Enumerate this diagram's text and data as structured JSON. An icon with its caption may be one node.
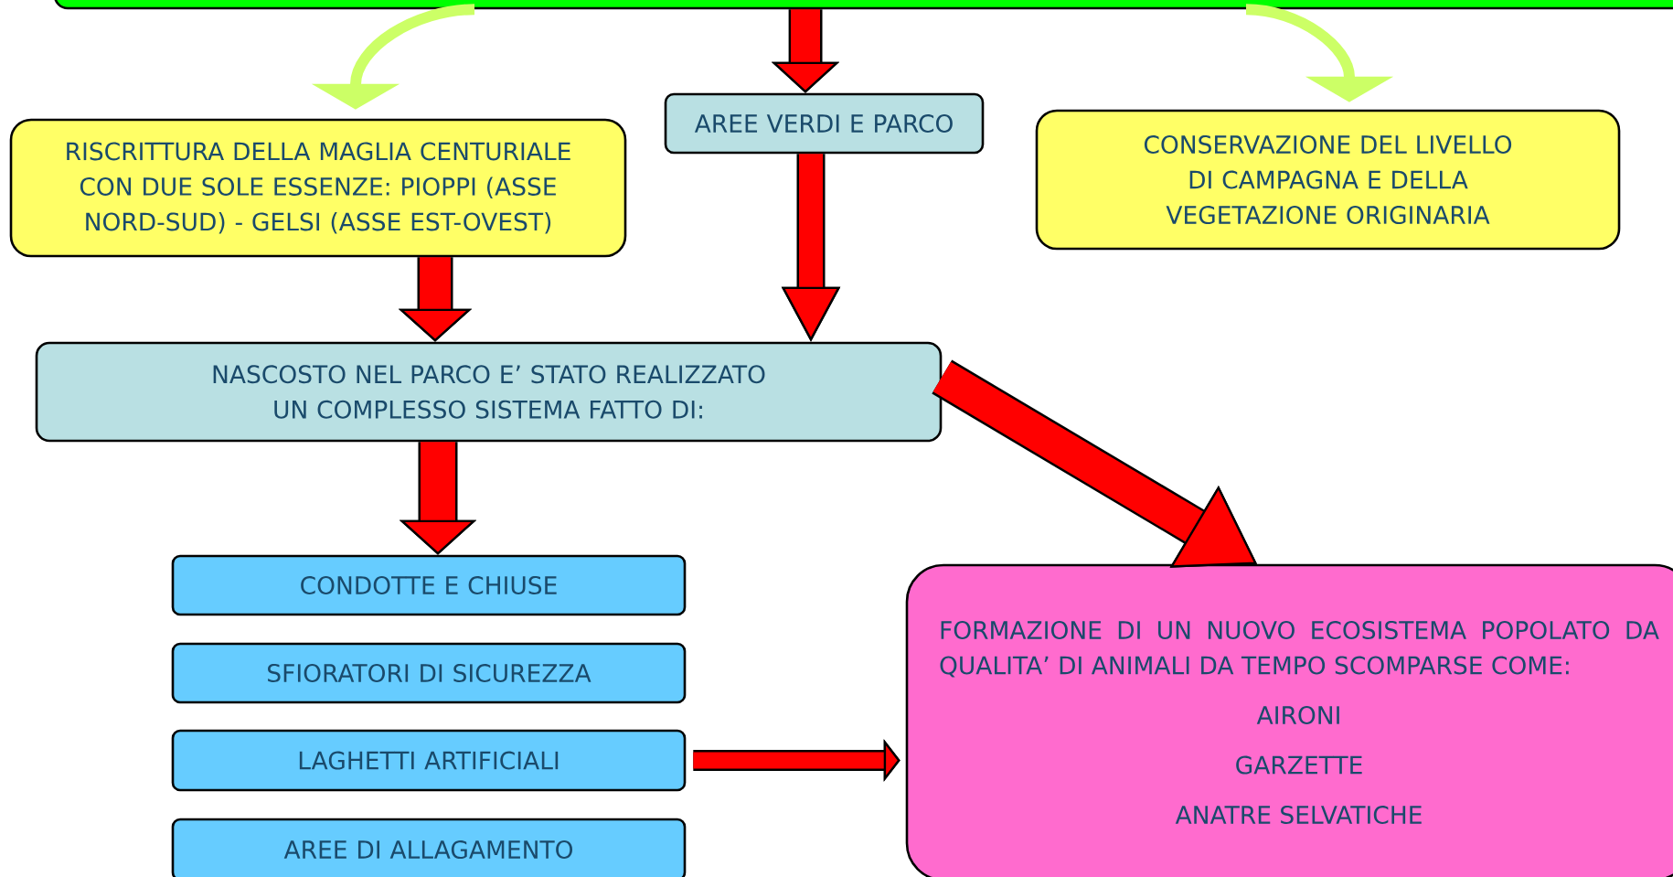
{
  "diagram": {
    "nodes": [
      {
        "text": [],
        "shape": "box"
      },
      {
        "text": [
          "RISCRITTURA DELLA MAGLIA CENTURIALE CON DUE SOLE ESSENZE: PIOPPI (ASSE NORD-SUD) - GELSI (ASSE EST-OVEST)"
        ]
      },
      {
        "text": [
          "AREE VERDI E PARCO"
        ]
      },
      {
        "text": [
          "CONSERVAZIONE DEL LIVELLO DI CAMPAGNA E DELLA VEGETAZIONE ORIGINARIA"
        ]
      },
      {
        "text": [
          "NASCOSTO NEL PARCO E’ STATO REALIZZATO UN COMPLESSO SISTEMA FATTO  DI:"
        ]
      },
      {
        "text": [
          "CONDOTTE E CHIUSE"
        ]
      },
      {
        "text": [
          "SFIORATORI DI SICUREZZA"
        ]
      },
      {
        "text": [
          "LAGHETTI ARTIFICIALI"
        ]
      },
      {
        "text": [
          "AREE DI ALLAGAMENTO"
        ]
      },
      {
        "text": [
          "FORMAZIONE DI UN NUOVO ECOSISTEMA POPOLATO DA QUALITA’ DI ANIMALI DA TEMPO SCOMPARSE COME:",
          "AIRONI",
          "GARZETTE",
          "ANATRE SELVATICHE"
        ]
      }
    ],
    "edges": [
      {
        "from": 0,
        "to": 1,
        "arrow": "to",
        "color": "#ccff66"
      },
      {
        "from": 0,
        "to": 2,
        "arrow": "to"
      },
      {
        "from": 0,
        "to": 3,
        "arrow": "to",
        "color": "#ccff66"
      },
      {
        "from": 1,
        "to": 4,
        "arrow": "to"
      },
      {
        "from": 2,
        "to": 4,
        "arrow": "to"
      },
      {
        "from": 4,
        "to": 5,
        "arrow": "to"
      },
      {
        "from": 4,
        "to": 9,
        "arrow": "to"
      },
      {
        "from": 7,
        "to": 9,
        "arrow": "to"
      }
    ]
  }
}
